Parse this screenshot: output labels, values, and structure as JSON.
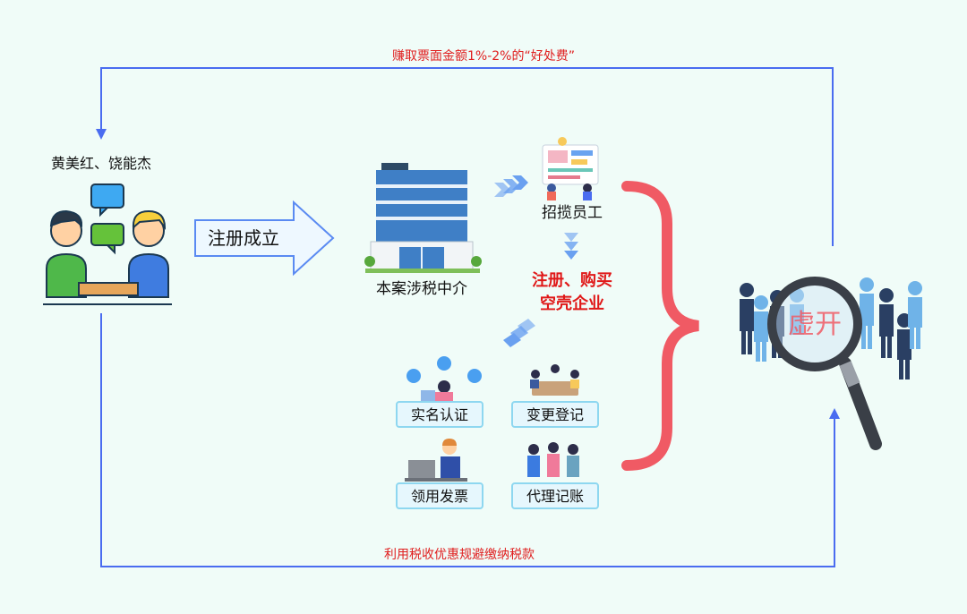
{
  "top_flow_label": "赚取票面金额1%-2%的“好处费”",
  "bottom_flow_label": "利用税收优惠规避缴纳税款",
  "actors_label": "黄美红、饶能杰",
  "register_arrow_label": "注册成立",
  "agency_label": "本案涉税中介",
  "recruit_label": "招揽员工",
  "shell_company_label": [
    "注册、购买",
    "空壳企业"
  ],
  "tasks": {
    "real_name": "实名认证",
    "change_registration": "变更登记",
    "receive_invoices": "领用发票",
    "bookkeeping": "代理记账"
  },
  "magnifier_text": "虚开",
  "colors": {
    "flow_line": "#4a6cf0",
    "bracket": "#f05a64",
    "highlight_red": "#e01818"
  }
}
